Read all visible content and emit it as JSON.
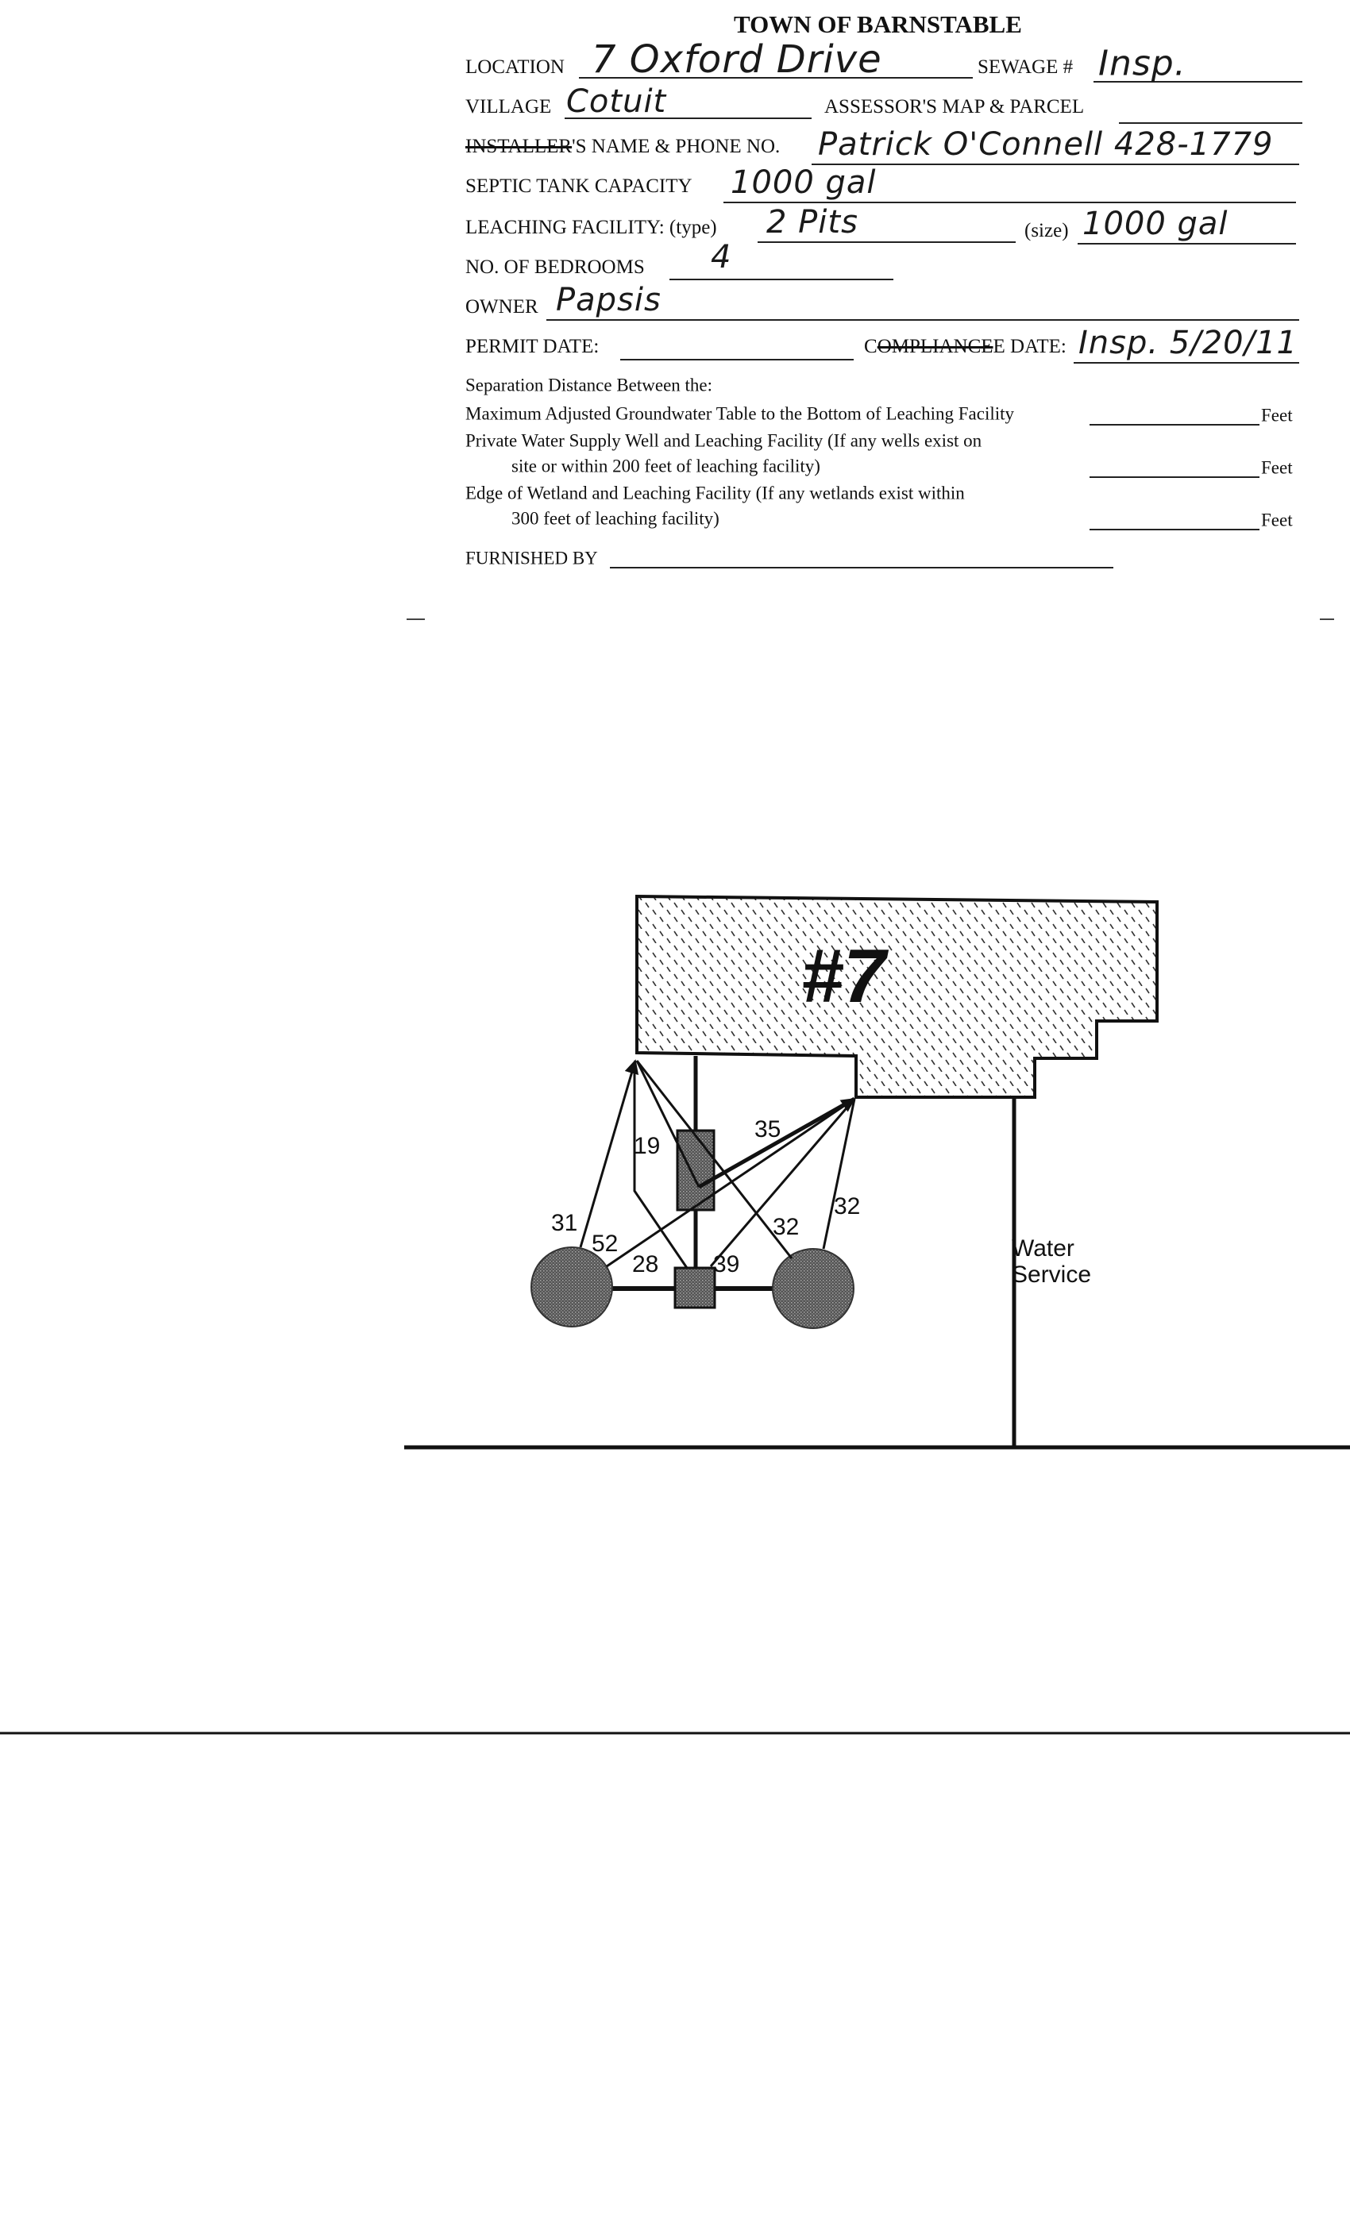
{
  "form": {
    "title": "TOWN OF BARNSTABLE",
    "location_label": "LOCATION",
    "location_value": "7 Oxford Drive",
    "sewage_label": "SEWAGE #",
    "sewage_value": "Insp.",
    "village_label": "VILLAGE",
    "village_value": "Cotuit",
    "assessor_label": "ASSESSOR'S MAP & PARCEL",
    "installer_struck": "INSTALLER",
    "installer_label_rest": "'S NAME & PHONE NO.",
    "installer_value": "Patrick O'Connell 428-1779",
    "septic_label": "SEPTIC TANK CAPACITY",
    "septic_value": "1000 gal",
    "leaching_label": "LEACHING FACILITY: (type)",
    "leaching_type_value": "2 Pits",
    "size_label": "(size)",
    "size_value": "1000 gal",
    "bedrooms_label": "NO. OF BEDROOMS",
    "bedrooms_value": "4",
    "owner_label": "OWNER",
    "owner_value": "Papsis",
    "permit_label": "PERMIT DATE:",
    "compliance_c": "C",
    "compliance_struck": "OMPLIANCE",
    "compliance_rest": "E DATE:",
    "compliance_value": "Insp. 5/20/11",
    "separation_heading": "Separation Distance Between the:",
    "sep_groundwater": "Maximum Adjusted Groundwater Table to the Bottom of Leaching Facility",
    "sep_well_1": "Private Water Supply Well and Leaching Facility (If any wells exist on",
    "sep_well_2": "site or within 200 feet of leaching facility)",
    "sep_wetland_1": "Edge of Wetland and Leaching Facility (If any wetlands exist within",
    "sep_wetland_2": "300 feet of leaching facility)",
    "feet": "Feet",
    "furnished_label": "FURNISHED BY"
  },
  "diagram": {
    "house_label": "#7",
    "water_service_1": "Water",
    "water_service_2": "Service",
    "distances": {
      "d31": "31",
      "d52": "52",
      "d28": "28",
      "d39": "39",
      "d32a": "32",
      "d32b": "32",
      "d35": "35",
      "d19": "19"
    }
  }
}
